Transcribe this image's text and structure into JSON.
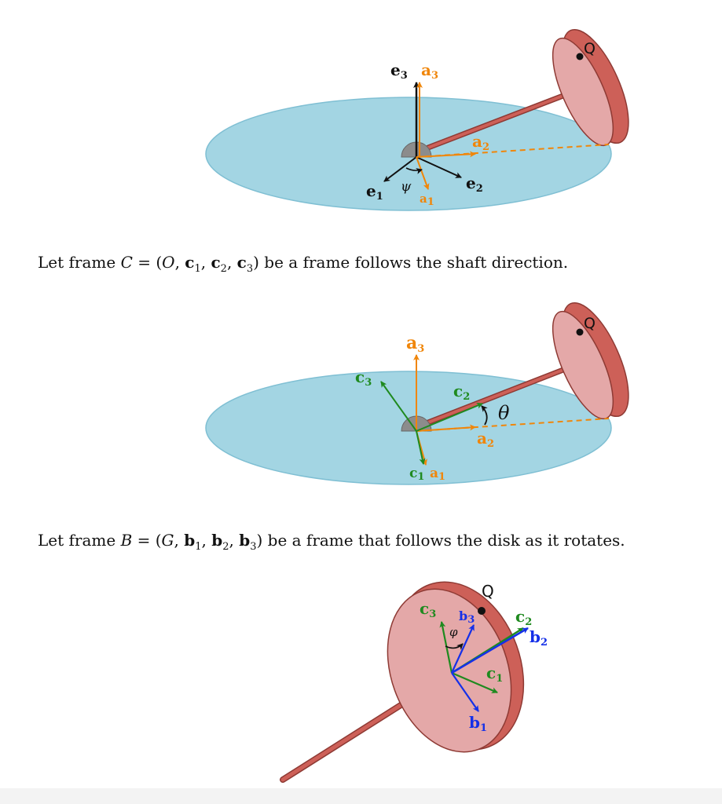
{
  "labels": {
    "e3": "e",
    "e3_sub": "3",
    "e1": "e",
    "e1_sub": "1",
    "e2": "e",
    "e2_sub": "2",
    "a3": "a",
    "a3_sub": "3",
    "a2": "a",
    "a2_sub": "2",
    "a1": "a",
    "a1_sub": "1",
    "c1": "c",
    "c1_sub": "1",
    "c2": "c",
    "c2_sub": "2",
    "c3": "c",
    "c3_sub": "3",
    "b1": "b",
    "b1_sub": "1",
    "b2": "b",
    "b2_sub": "2",
    "b3": "b",
    "b3_sub": "3",
    "psi": "ψ",
    "theta": "θ",
    "phi": "φ",
    "Q": "Q"
  },
  "captions": {
    "frame_c": {
      "pre": "Let frame ",
      "sym": "C",
      "eq": " = (",
      "origin": "O",
      "sep1": ", ",
      "v1": "c",
      "v1_sub": "1",
      "sep2": ", ",
      "v2": "c",
      "v2_sub": "2",
      "sep3": ", ",
      "v3": "c",
      "v3_sub": "3",
      "post": ") be a frame follows the shaft direction."
    },
    "frame_b": {
      "pre": "Let frame ",
      "sym": "B",
      "eq": " = (",
      "origin": "G",
      "sep1": ", ",
      "v1": "b",
      "v1_sub": "1",
      "sep2": ", ",
      "v2": "b",
      "v2_sub": "2",
      "sep3": ", ",
      "v3": "b",
      "v3_sub": "3",
      "post": ") be a frame that follows the disk as it rotates."
    }
  },
  "colors": {
    "plate": "#a3d5e3",
    "plate_edge": "#7fbfd3",
    "disk_face": "#e4a8a8",
    "disk_rim": "#cd6058",
    "disk_edge": "#8e3a34",
    "e_frame": "#111111",
    "a_frame": "#f0860a",
    "c_frame": "#1f8a1f",
    "b_frame": "#1530e8",
    "pivot": "#8c8c8c"
  }
}
